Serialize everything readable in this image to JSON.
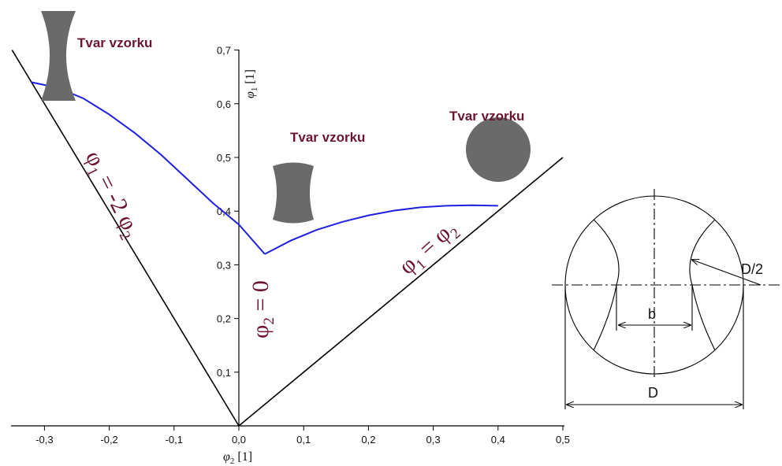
{
  "colors": {
    "curve": "#1f1fe0",
    "label": "#6b1430",
    "axis": "#000000",
    "shape": "#6a6a6a"
  },
  "chart_data": {
    "type": "line",
    "x_axis": {
      "label_symbol": "φ",
      "label_subscript": "2",
      "label_unit": "[1]",
      "range": [
        -0.35,
        0.5
      ],
      "ticks": [
        "-0,3",
        "-0,2",
        "-0,1",
        "0,0",
        "0,1",
        "0,2",
        "0,3",
        "0,4",
        "0,5"
      ],
      "tick_values": [
        -0.3,
        -0.2,
        -0.1,
        0.0,
        0.1,
        0.2,
        0.3,
        0.4,
        0.5
      ]
    },
    "y_axis": {
      "label_symbol": "φ",
      "label_subscript": "1",
      "label_unit": "[1]",
      "range": [
        0,
        0.7
      ],
      "ticks": [
        "0,1",
        "0,2",
        "0,3",
        "0,4",
        "0,5",
        "0,6",
        "0,7"
      ],
      "tick_values": [
        0.1,
        0.2,
        0.3,
        0.4,
        0.5,
        0.6,
        0.7
      ]
    },
    "boundary_lines": [
      {
        "label": "φ1 = -2 φ2",
        "x": [
          -0.35,
          0.0
        ],
        "y": [
          0.7,
          0.0
        ]
      },
      {
        "label": "φ1 = φ2",
        "x": [
          0.0,
          0.5
        ],
        "y": [
          0.0,
          0.5
        ]
      }
    ],
    "series": [
      {
        "x": [
          -0.32,
          -0.28,
          -0.24,
          -0.2,
          -0.16,
          -0.12,
          -0.08,
          -0.04,
          0.0,
          0.04
        ],
        "y": [
          0.64,
          0.63,
          0.61,
          0.58,
          0.545,
          0.505,
          0.46,
          0.415,
          0.375,
          0.32
        ]
      },
      {
        "x": [
          0.04,
          0.08,
          0.12,
          0.16,
          0.2,
          0.24,
          0.28,
          0.32,
          0.36,
          0.4
        ],
        "y": [
          0.32,
          0.345,
          0.365,
          0.38,
          0.392,
          0.401,
          0.407,
          0.41,
          0.411,
          0.41
        ]
      }
    ]
  },
  "labels": {
    "shape1": "Tvar vzorku",
    "shape2": "Tvar vzorku",
    "shape3": "Tvar vzorku",
    "eq_left": {
      "sym1": "φ",
      "sub1": "1",
      "mid": " = -2 ",
      "sym2": "φ",
      "sub2": "2"
    },
    "eq_zero": {
      "sym": "φ",
      "sub": "2",
      "rest": " = 0"
    },
    "eq_right": {
      "sym1": "φ",
      "sub1": "1",
      "mid": " = ",
      "sym2": "φ",
      "sub2": "2"
    }
  },
  "sketch": {
    "dim_radius": "D/2",
    "dim_b": "b",
    "dim_D": "D"
  }
}
